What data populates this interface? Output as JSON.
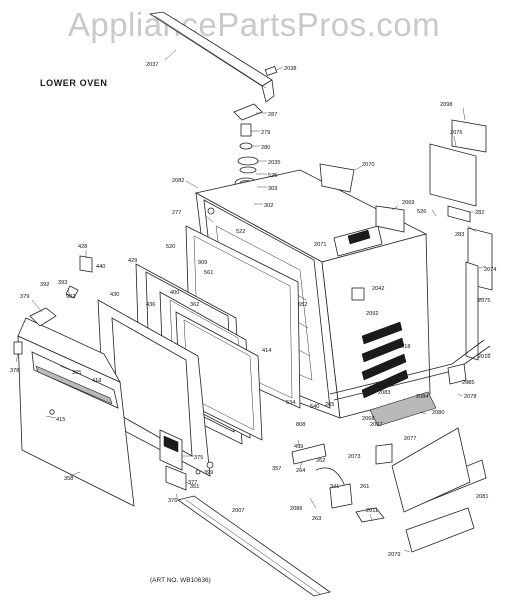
{
  "watermark": "AppliancePartsPros.com",
  "section_title": "LOWER OVEN",
  "art_number": "(ART NO. WB10636)",
  "part_labels": [
    "2037",
    "2038",
    "287",
    "279",
    "280",
    "2035",
    "525",
    "303",
    "302",
    "2098",
    "2076",
    "2070",
    "2082",
    "277",
    "2069",
    "526",
    "282",
    "283",
    "522",
    "2071",
    "2074",
    "428",
    "520",
    "909",
    "561",
    "440",
    "392",
    "393",
    "429",
    "932",
    "379",
    "430",
    "400",
    "436",
    "362",
    "652",
    "2042",
    "2075",
    "2092",
    "414",
    "2018",
    "2016",
    "378",
    "365",
    "413",
    "2085",
    "2083",
    "2084",
    "2078",
    "534",
    "540",
    "265",
    "2068",
    "808",
    "2067",
    "2080",
    "415",
    "459",
    "357",
    "262",
    "375",
    "399",
    "264",
    "2073",
    "2077",
    "351",
    "358",
    "377",
    "376",
    "341",
    "261",
    "2086",
    "2007",
    "263",
    "2011",
    "2081",
    "2079"
  ]
}
